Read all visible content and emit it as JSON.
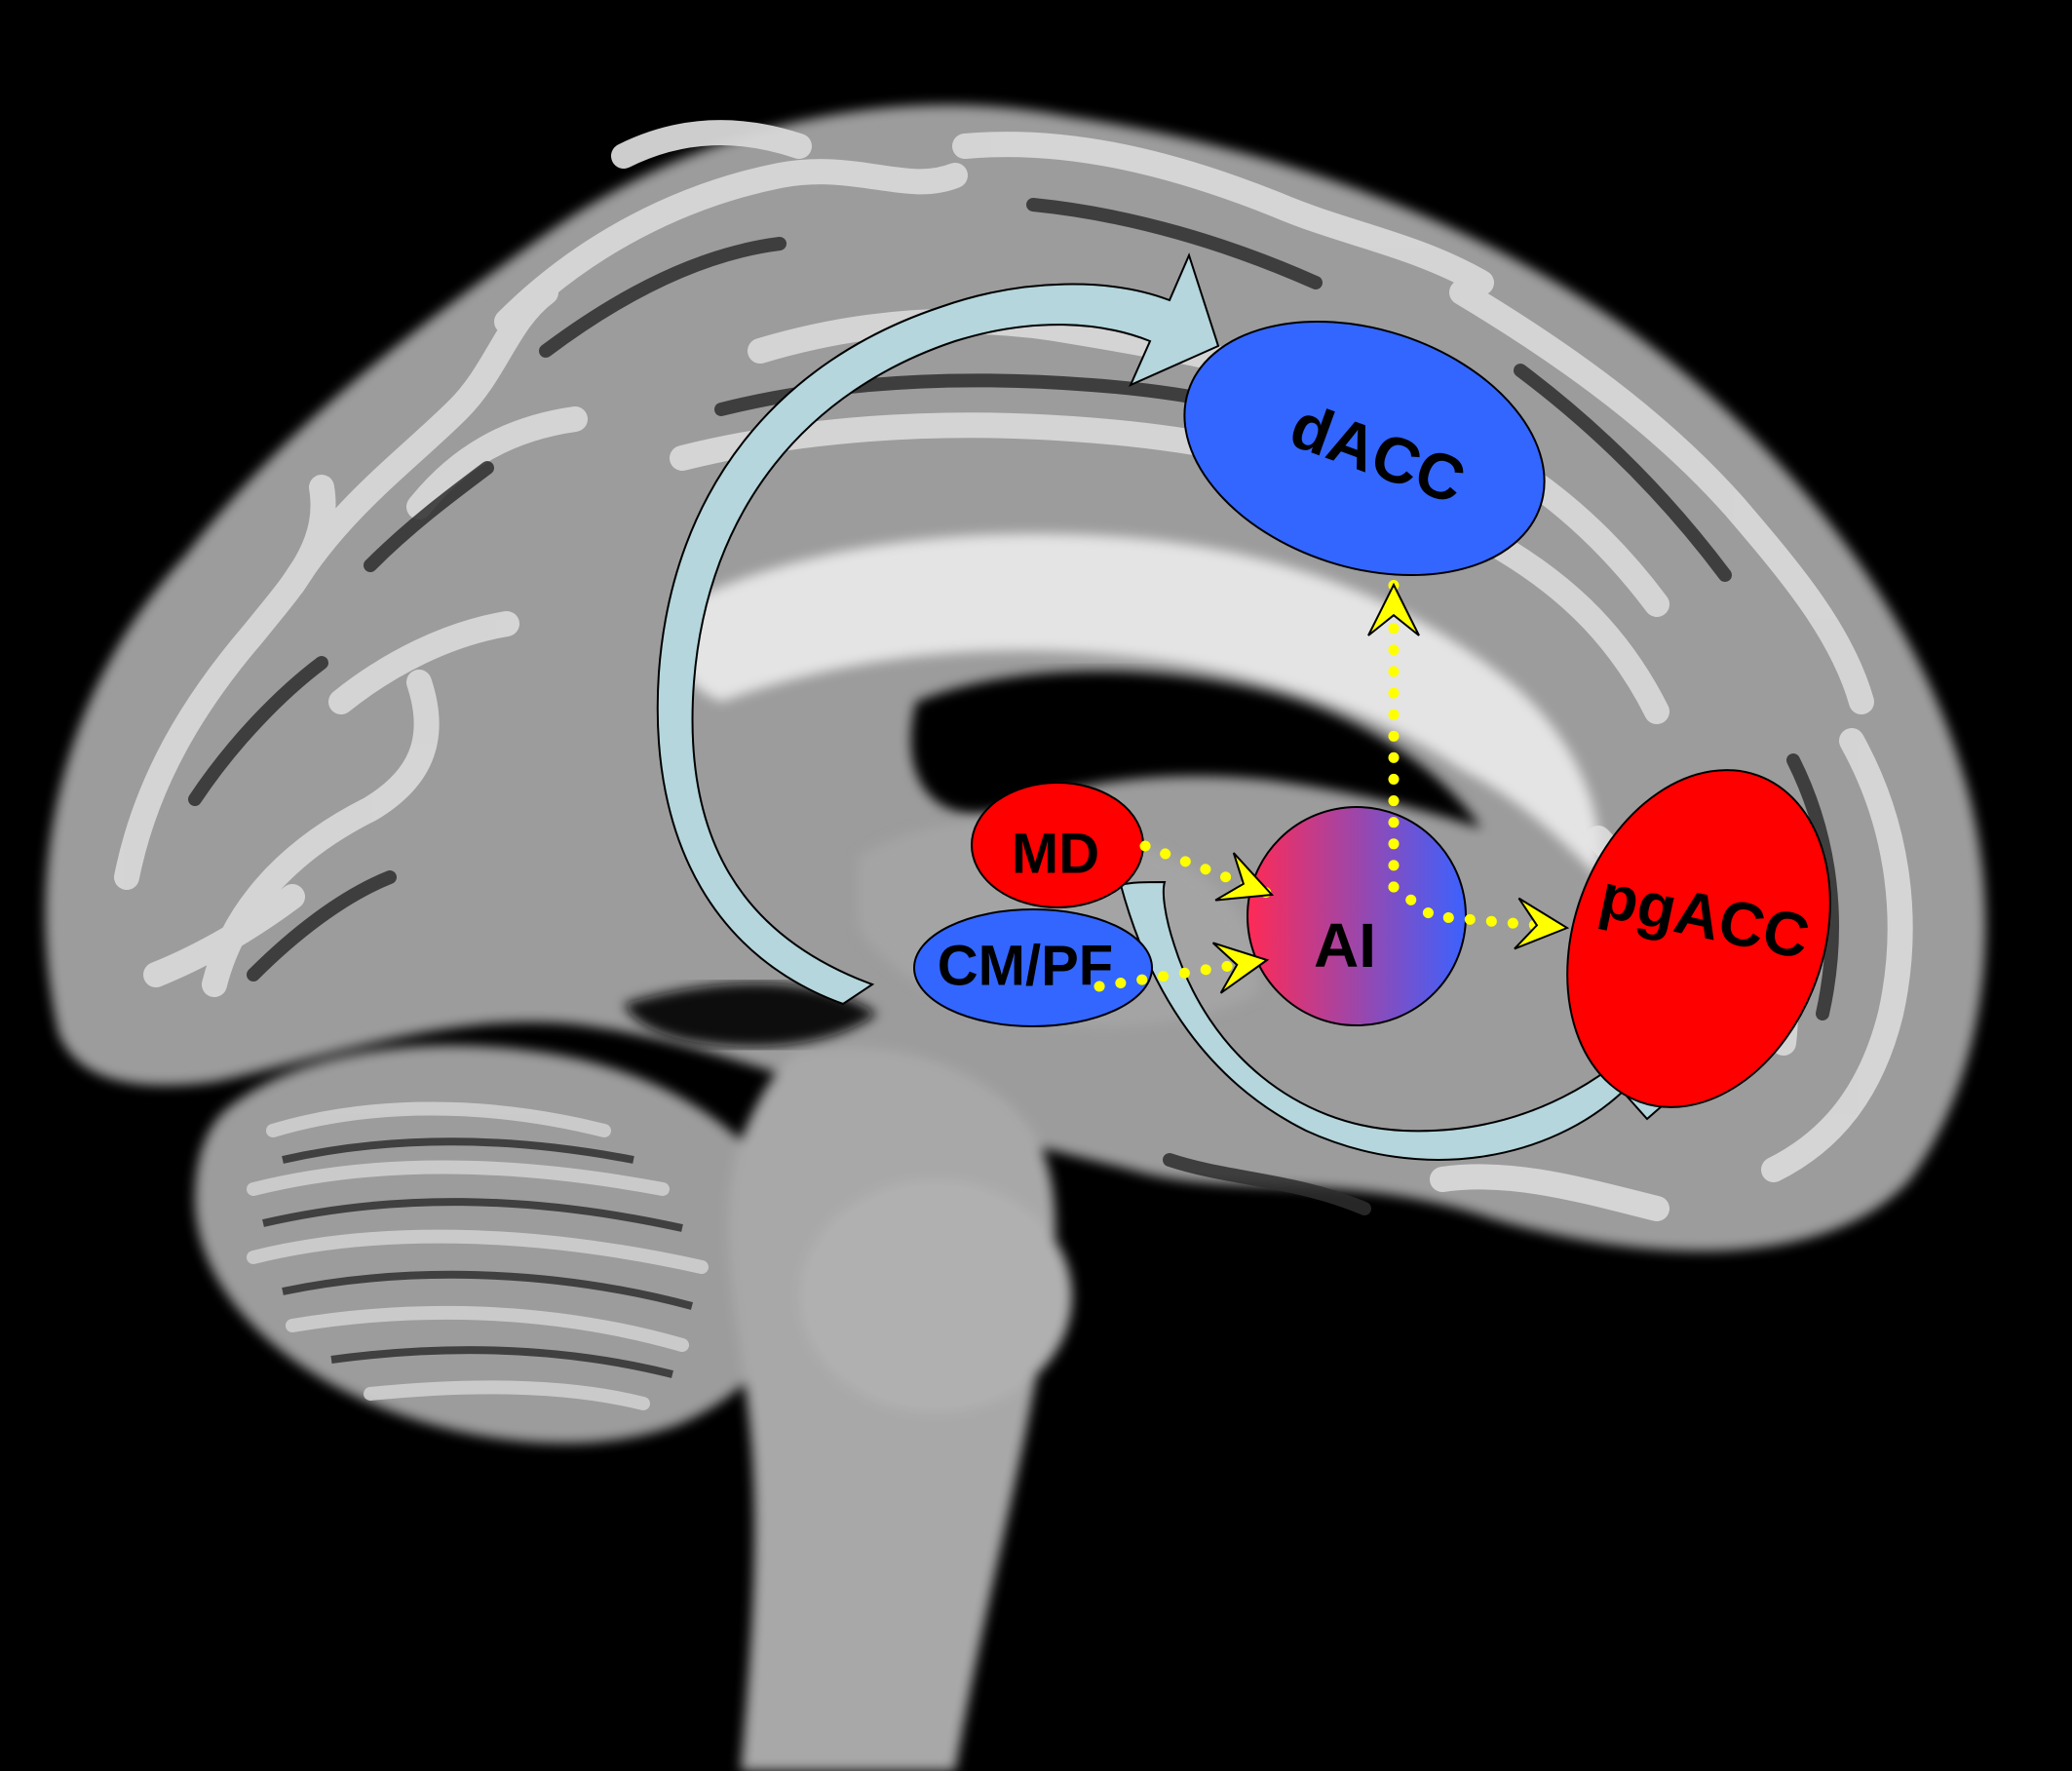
{
  "background_color": "#000000",
  "brain": {
    "fill": "#9c9c9c",
    "gyrus": "#d6d6d6",
    "sulcus": "#2a2a2a"
  },
  "regions": {
    "dACC": {
      "label": "dACC",
      "color": "#3366ff",
      "icon": "ellipse-region"
    },
    "MD": {
      "label": "MD",
      "color": "#ff0000",
      "icon": "ellipse-region"
    },
    "CM_PF": {
      "label": "CM/PF",
      "color": "#3366ff",
      "icon": "ellipse-region"
    },
    "AI": {
      "label": "AI",
      "color_start": "#ff2a55",
      "color_end": "#3b62ff",
      "icon": "gradient-circle-region"
    },
    "pgACC": {
      "label": "pgACC",
      "color": "#ff0000",
      "icon": "ellipse-region"
    }
  },
  "connections": {
    "large_arrow_color": "#b4d6dc",
    "dotted_arrow_color": "#ffff00",
    "large_arrows": [
      {
        "from": "CM/PF",
        "to": "dACC"
      },
      {
        "from": "MD",
        "to": "pgACC"
      }
    ],
    "dotted_arrows": [
      {
        "from": "MD",
        "to": "AI"
      },
      {
        "from": "CM/PF",
        "to": "AI"
      },
      {
        "from": "AI",
        "to": "dACC"
      },
      {
        "from": "AI",
        "to": "pgACC"
      }
    ]
  }
}
